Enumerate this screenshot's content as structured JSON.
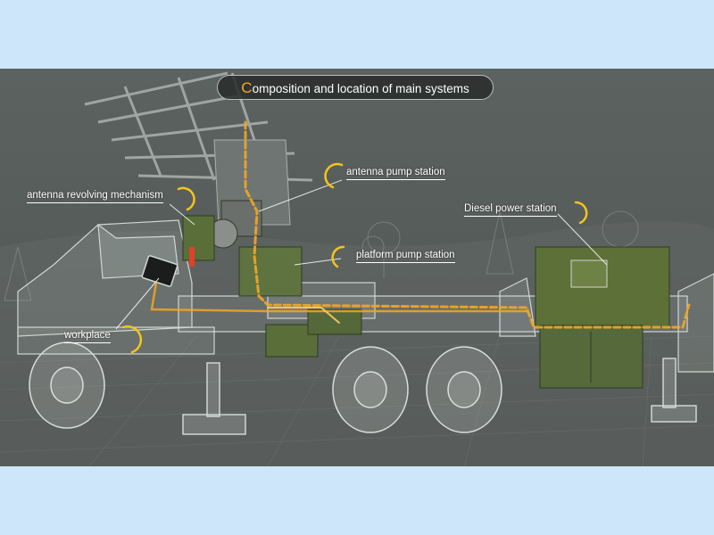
{
  "title": {
    "first_letter": "C",
    "rest": "omposition and location of main systems"
  },
  "labels": {
    "antenna_pump_station": "antenna pump station",
    "antenna_revolving_mechanism": "antenna revolving mechanism",
    "diesel_power_station": "Diesel power station",
    "platform_pump_station": "platform pump station",
    "workplace": "workplace"
  },
  "colors": {
    "page_background": "#cde6fa",
    "scene_background": "#585e5c",
    "accent_orange": "#f5a623",
    "equipment_green": "#5a6e3a",
    "wireframe": "#cfd6d3"
  }
}
